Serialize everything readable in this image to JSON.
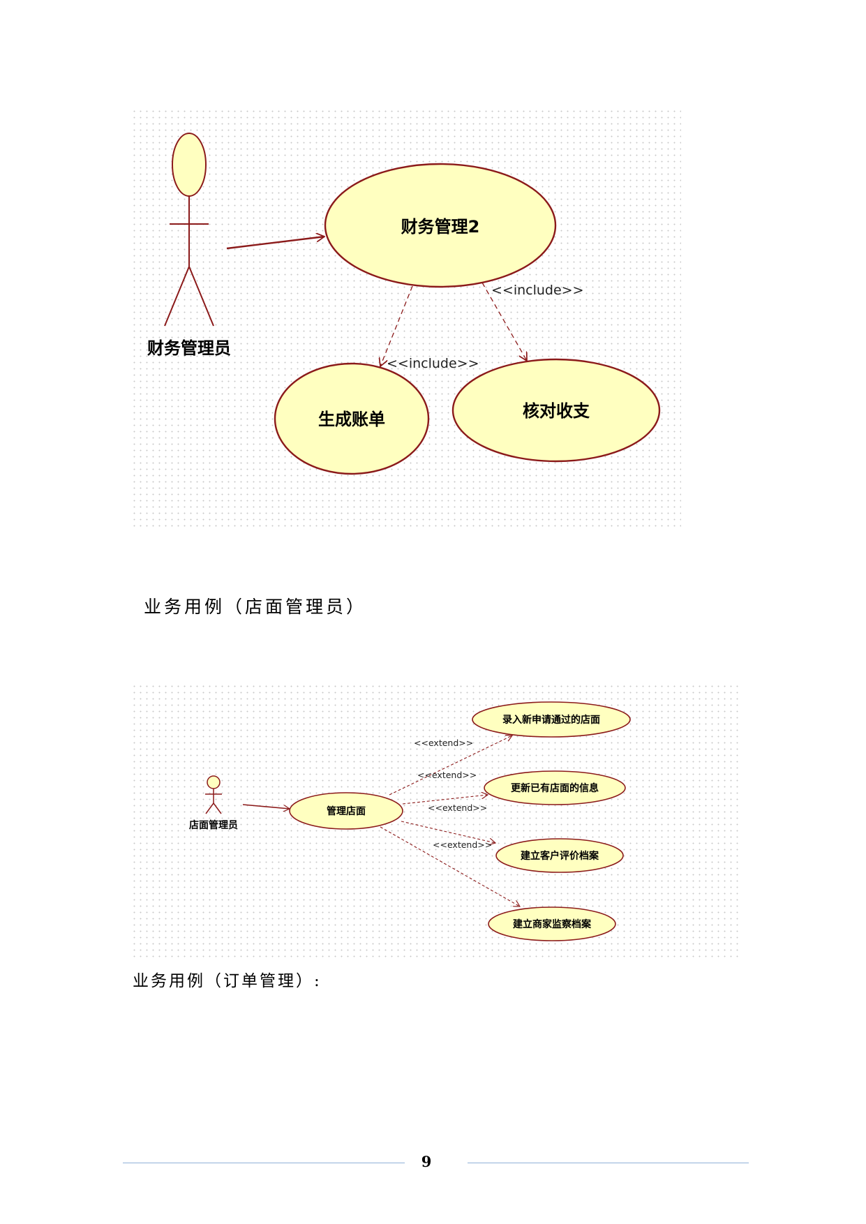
{
  "diagram1": {
    "actor": "财务管理员",
    "main_use_case": "财务管理2",
    "use_cases": [
      "生成账单",
      "核对收支"
    ],
    "include_labels": [
      "<<include>>",
      "<<include>>"
    ]
  },
  "heading1": "业务用例（店面管理员）",
  "diagram2": {
    "actor": "店面管理员",
    "main_use_case": "管理店面",
    "use_cases": [
      "录入新申请通过的店面",
      "更新已有店面的信息",
      "建立客户评价档案",
      "建立商家监察档案"
    ],
    "extend_labels": [
      "<<extend>>",
      "<<extend>>",
      "<<extend>>",
      "<<extend>>"
    ]
  },
  "heading2": "业务用例（订单管理）:",
  "footer": {
    "page_number": "9"
  },
  "colors": {
    "use_case_fill": "#ffffc0",
    "outline": "#8b1a1a",
    "footer_line": "#8fb0d8"
  }
}
